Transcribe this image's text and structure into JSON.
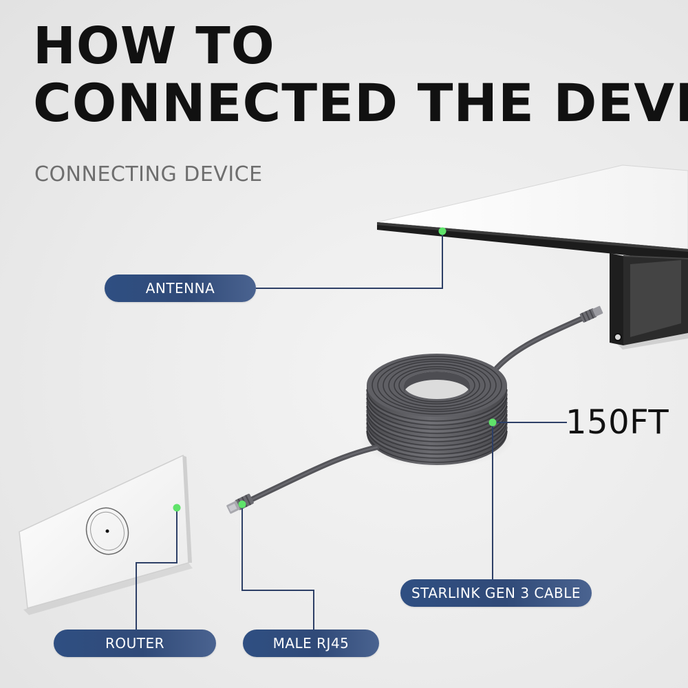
{
  "header": {
    "title_line1": "HOW TO",
    "title_line2": "CONNECTED THE DEVICE",
    "subtitle": "CONNECTING DEVICE"
  },
  "labels": {
    "antenna": "ANTENNA",
    "starlink_cable": "STARLINK GEN 3 CABLE",
    "router": "ROUTER",
    "male_rj45": "MALE RJ45",
    "cable_length": "150FT"
  },
  "colors": {
    "label_pill": "#304a78",
    "callout_line": "#2d3f66",
    "marker_dot": "#5fe36a",
    "cable": "#5a5a5e"
  },
  "icons": {
    "antenna": "starlink-dish",
    "router": "wall-router",
    "cable": "coiled-ethernet-cable",
    "connector": "rj45-plug"
  }
}
